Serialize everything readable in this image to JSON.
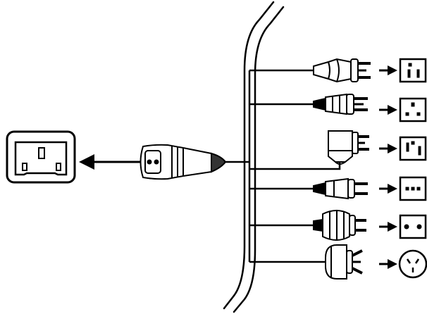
{
  "diagram": {
    "kind": "power-cord-plug-types",
    "stroke_color": "#000000",
    "background_color": "#ffffff",
    "appliance_inlet": {
      "icon": "iec-c14-inlet-icon",
      "arrow_direction": "left"
    },
    "cord_connector": {
      "icon": "iec-c13-connector-icon"
    },
    "plug_variants": [
      {
        "id": "us-nema-5-15",
        "plug_icon": "us-grounded-plug-icon",
        "outlet_icon": "us-grounded-outlet-icon"
      },
      {
        "id": "uk-bs-1363",
        "plug_icon": "uk-plug-icon",
        "outlet_icon": "uk-outlet-icon"
      },
      {
        "id": "us-angled",
        "plug_icon": "angled-grounded-plug-icon",
        "outlet_icon": "angled-grounded-outlet-icon"
      },
      {
        "id": "swiss-sev-1011",
        "plug_icon": "swiss-plug-icon",
        "outlet_icon": "swiss-outlet-icon"
      },
      {
        "id": "eu-schuko",
        "plug_icon": "schuko-plug-icon",
        "outlet_icon": "schuko-outlet-icon"
      },
      {
        "id": "au-as-3112",
        "plug_icon": "australian-plug-icon",
        "outlet_icon": "australian-outlet-icon"
      }
    ]
  }
}
